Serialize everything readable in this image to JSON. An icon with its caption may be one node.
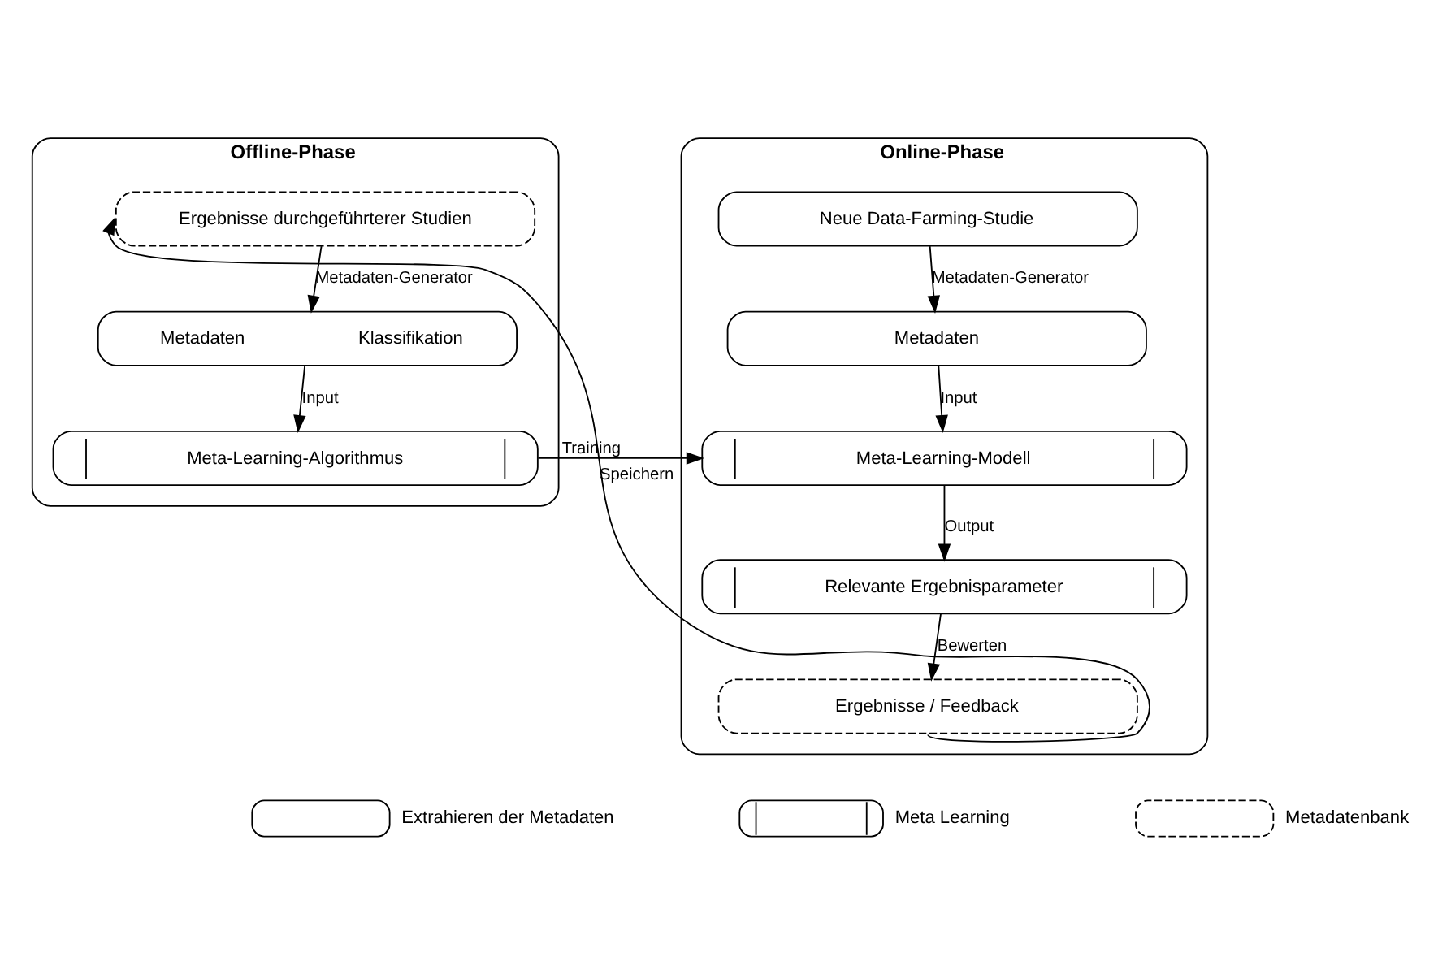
{
  "diagram": {
    "nodes": [
      {
        "text": [
          "Offline-Phase"
        ]
      },
      {
        "text": [
          "Ergebnisse durchgeführterer Studien"
        ],
        "in": 0
      },
      {
        "text": [
          "Metadaten",
          "Klassifikation"
        ],
        "in": 0
      },
      {
        "text": [
          "Meta-Learning-Algorithmus"
        ],
        "in": 0
      },
      {
        "text": [
          "Online-Phase"
        ]
      },
      {
        "text": [
          "Neue Data-Farming-Studie"
        ],
        "in": 4
      },
      {
        "text": [
          "Metadaten"
        ],
        "in": 4
      },
      {
        "text": [
          "Meta-Learning-Modell"
        ],
        "in": 4
      },
      {
        "text": [
          "Relevante Ergebnisparameter"
        ],
        "in": 4
      },
      {
        "text": [
          "Ergebnisse / Feedback"
        ],
        "in": 4
      }
    ],
    "edges": [
      {
        "from": 1,
        "to": 2,
        "arrow": "to",
        "label": "Metadaten-Generator"
      },
      {
        "from": 2,
        "to": 3,
        "arrow": "to",
        "label": "Input"
      },
      {
        "from": 3,
        "to": 7,
        "arrow": "to",
        "label": "Training"
      },
      {
        "from": 5,
        "to": 6,
        "arrow": "to",
        "label": "Metadaten-Generator"
      },
      {
        "from": 6,
        "to": 7,
        "arrow": "to",
        "label": "Input"
      },
      {
        "from": 7,
        "to": 8,
        "arrow": "to",
        "label": "Output"
      },
      {
        "from": 8,
        "to": 9,
        "arrow": "to",
        "label": "Bewerten"
      },
      {
        "from": 9,
        "to": 1,
        "arrow": "to",
        "label": "Speichern"
      }
    ],
    "legend": [
      {
        "text": "Extrahieren der Metadaten"
      },
      {
        "text": "Meta Learning"
      },
      {
        "text": "Metadatenbank"
      }
    ]
  }
}
